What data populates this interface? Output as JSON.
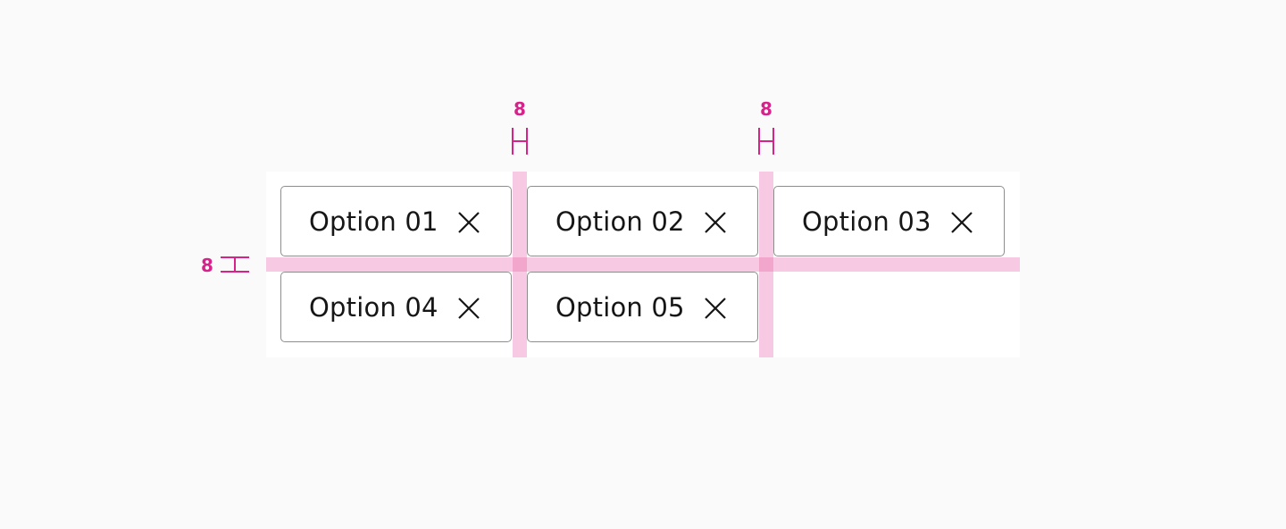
{
  "chips": [
    {
      "label": "Option 01",
      "icon": "close-icon"
    },
    {
      "label": "Option 02",
      "icon": "close-icon"
    },
    {
      "label": "Option 03",
      "icon": "close-icon"
    },
    {
      "label": "Option 04",
      "icon": "close-icon"
    },
    {
      "label": "Option 05",
      "icon": "close-icon"
    }
  ],
  "spacing": {
    "column_gap_1": "8",
    "column_gap_2": "8",
    "row_gap": "8"
  },
  "colors": {
    "annotation": "#d6228a",
    "spacing_band": "#f8c9e2",
    "chip_border": "#8d8d8d",
    "text": "#161616"
  }
}
